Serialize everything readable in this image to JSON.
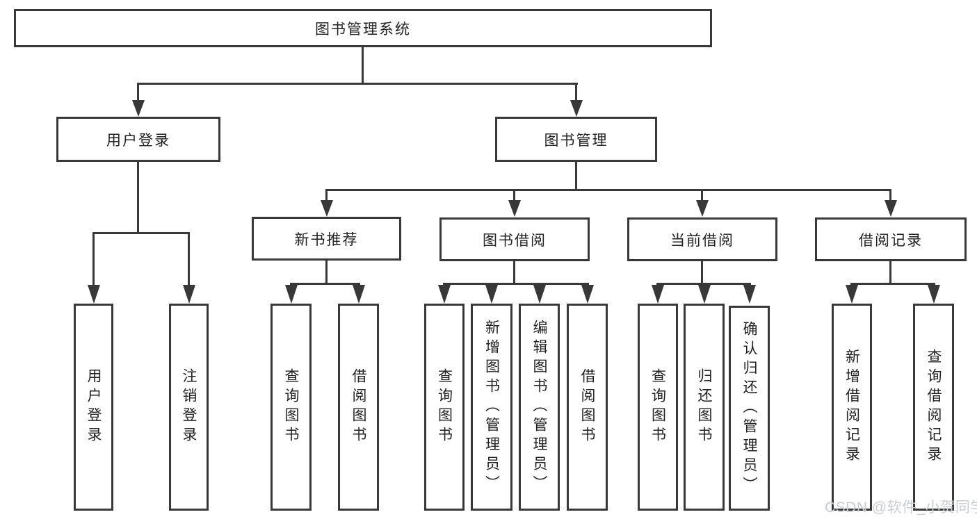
{
  "diagram": {
    "root": "图书管理系统",
    "user_login": {
      "label": "用户登录",
      "children": [
        "用户登录",
        "注销登录"
      ]
    },
    "book_mgmt": {
      "label": "图书管理",
      "sections": [
        {
          "label": "新书推荐",
          "children": [
            "查询图书",
            "借阅图书"
          ]
        },
        {
          "label": "图书借阅",
          "children": [
            "查询图书",
            "新增图书（管理员）",
            "编辑图书（管理员）",
            "借阅图书"
          ]
        },
        {
          "label": "当前借阅",
          "children": [
            "查询图书",
            "归还图书",
            "确认归还（管理员）"
          ]
        },
        {
          "label": "借阅记录",
          "children": [
            "新增借阅记录",
            "查询借阅记录"
          ]
        }
      ]
    },
    "colors": {
      "line": "#383838",
      "text": "#222222",
      "watermark": "#c8cdd2",
      "background": "#ffffff"
    }
  },
  "watermark": "CSDN @软件_小贺同学"
}
